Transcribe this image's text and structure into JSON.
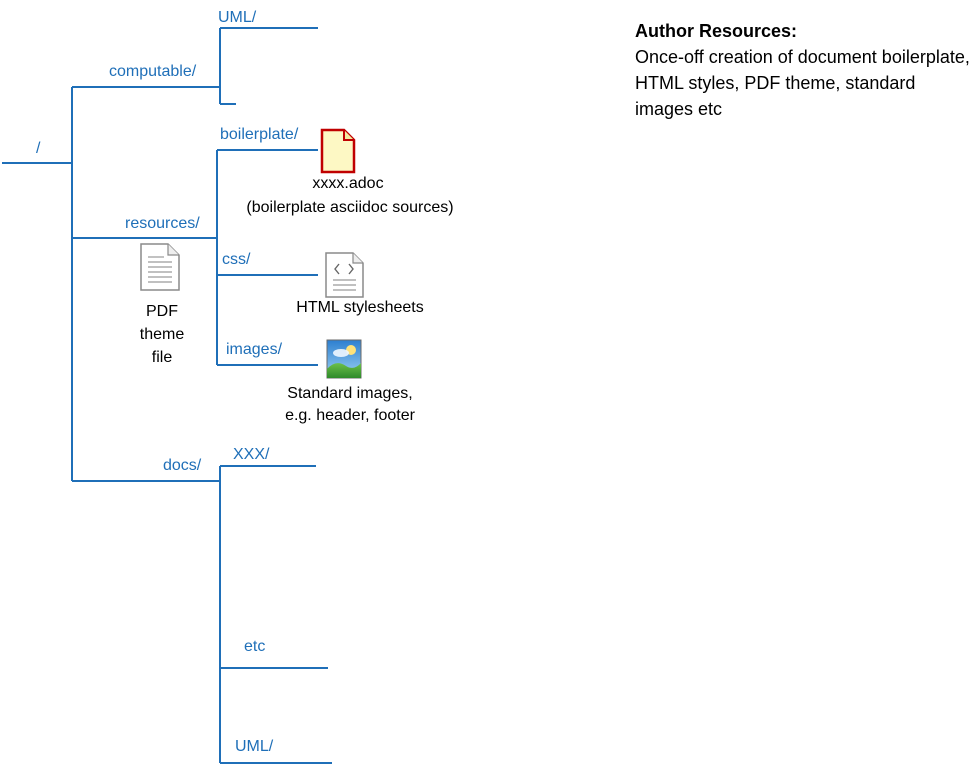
{
  "tree": {
    "root": "/",
    "computable": "computable/",
    "computable_uml": "UML/",
    "resources": "resources/",
    "boilerplate": "boilerplate/",
    "css": "css/",
    "images": "images/",
    "docs": "docs/",
    "docs_xxx": "XXX/",
    "docs_etc": "etc",
    "docs_uml": "UML/"
  },
  "files": {
    "adoc_name": "xxxx.adoc",
    "adoc_desc": "(boilerplate asciidoc sources)",
    "stylesheets": "HTML stylesheets",
    "images_line1": "Standard images,",
    "images_line2": "e.g. header, footer",
    "pdf_line1": "PDF",
    "pdf_line2": "theme",
    "pdf_line3": "file"
  },
  "panel": {
    "title": "Author Resources:",
    "body": "Once-off creation of document boilerplate, HTML styles, PDF theme, standard images etc"
  },
  "icons": [
    "adoc-file-icon",
    "document-icon",
    "code-file-icon",
    "image-file-icon"
  ],
  "colors": {
    "line": "#1f6fb8",
    "dir_text": "#1f6fb8",
    "adoc_fill": "#fdf8c4",
    "adoc_stroke": "#c00000"
  }
}
